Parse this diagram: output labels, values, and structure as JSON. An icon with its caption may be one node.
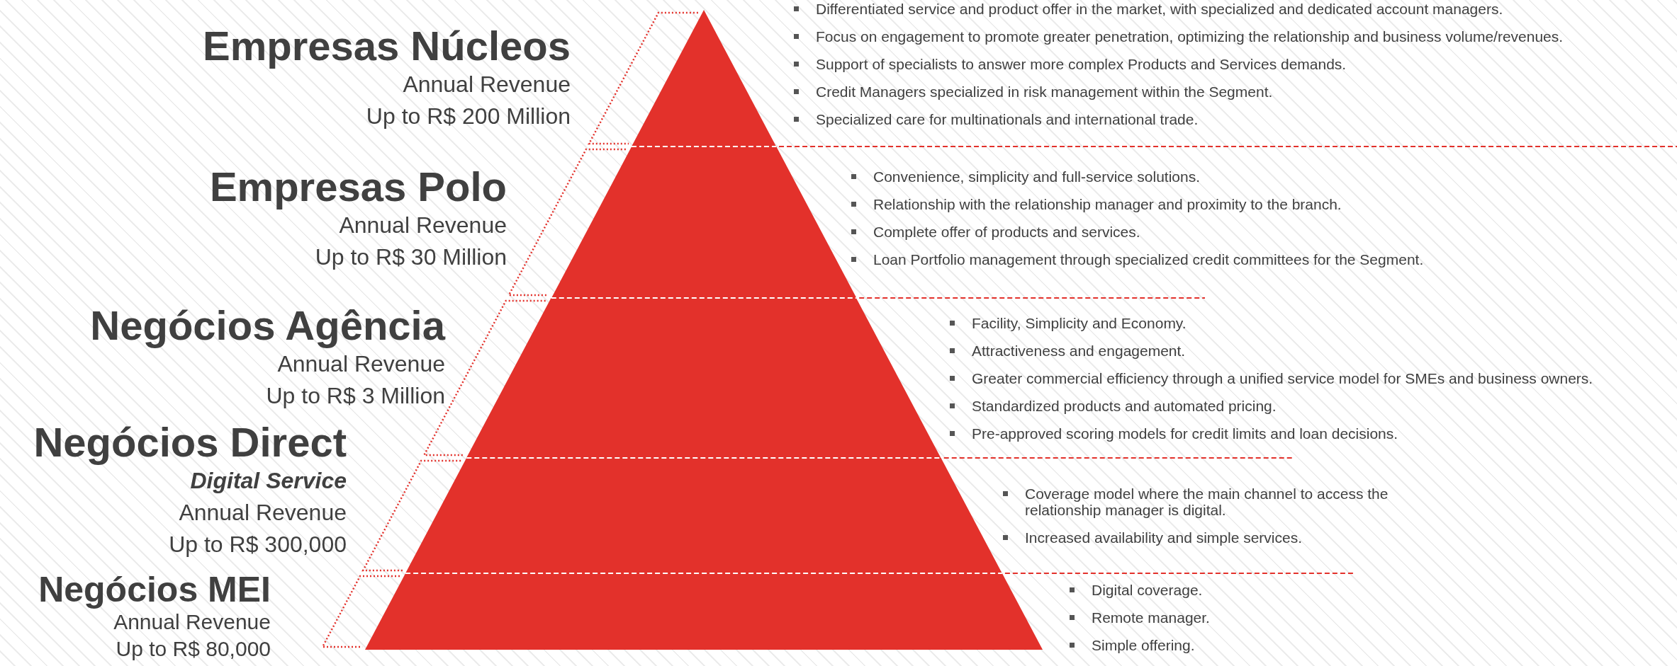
{
  "diagram": {
    "nodes": [
      {
        "text": [],
        "shape": "triangle",
        "beside": [
          "Empresas Núcleos",
          "Annual Revenue Up to R$ 200 Million",
          "Differentiated service and product offer in the market, with specialized and dedicated account managers.",
          "Focus on engagement to promote greater penetration, optimizing the relationship and business volume/revenues.",
          "Support of specialists to answer more complex Products and Services demands.",
          "Credit Managers specialized in risk management within the Segment.",
          "Specialized care for multinationals and international trade."
        ]
      },
      {
        "text": [],
        "shape": "trapezoid",
        "beside": [
          "Empresas Polo",
          "Annual Revenue Up to R$ 30 Million",
          "Convenience, simplicity and full-service solutions.",
          "Relationship with the relationship manager and proximity to the branch.",
          "Complete offer of products and services.",
          "Loan Portfolio management through specialized credit committees for the Segment."
        ]
      },
      {
        "text": [],
        "shape": "trapezoid",
        "beside": [
          "Negócios Agência",
          "Annual Revenue Up to R$ 3 Million",
          "Facility, Simplicity and Economy.",
          "Attractiveness and engagement.",
          "Greater commercial efficiency through a unified service model for SMEs and business owners.",
          "Standardized products and automated pricing.",
          "Pre-approved scoring models for credit limits and loan decisions."
        ]
      },
      {
        "text": [],
        "shape": "trapezoid",
        "beside": [
          "Negócios Direct",
          "Digital Service",
          "Annual Revenue Up to R$ 300,000",
          "Coverage model where the main channel to access the relationship manager is digital.",
          "Increased availability and simple services."
        ]
      },
      {
        "text": [],
        "shape": "trapezoid",
        "beside": [
          "Negócios MEI",
          "Annual Revenue Up to R$ 80,000",
          "Digital coverage.",
          "Remote manager.",
          "Simple offering."
        ]
      }
    ],
    "edges": []
  }
}
